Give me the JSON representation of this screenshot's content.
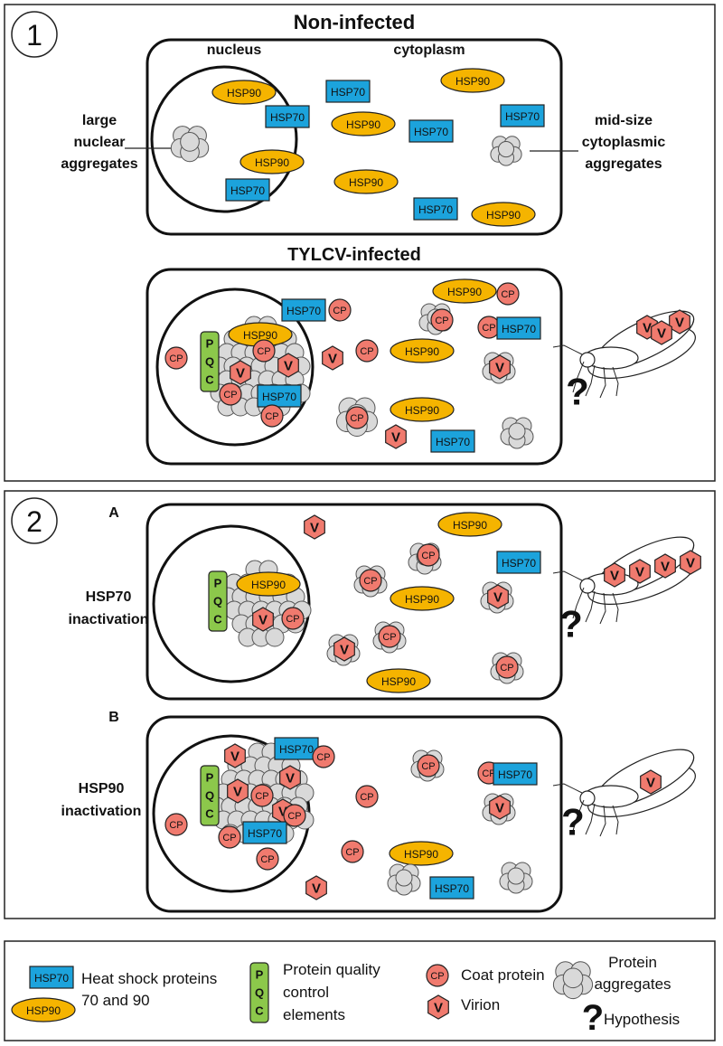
{
  "panel1": {
    "number": "1",
    "title_top": "Non-infected",
    "title_bottom": "TYLCV-infected",
    "label_nucleus": "nucleus",
    "label_cytoplasm": "cytoplasm",
    "label_left": [
      "large",
      "nuclear",
      "aggregates"
    ],
    "label_right": [
      "mid-size",
      "cytoplasmic",
      "aggregates"
    ]
  },
  "panel2": {
    "number": "2",
    "sub_a": "A",
    "sub_b": "B",
    "label_a": [
      "HSP70",
      "inactivation"
    ],
    "label_b": [
      "HSP90",
      "inactivation"
    ]
  },
  "tokens": {
    "hsp70": "HSP70",
    "hsp90": "HSP90",
    "cp": "CP",
    "virion": "V",
    "pqc": [
      "P",
      "Q",
      "C"
    ],
    "question": "?"
  },
  "legend": {
    "hsp_text": [
      "Heat shock proteins",
      "70 and 90"
    ],
    "pqc_text": [
      "Protein quality",
      "control",
      "elements"
    ],
    "cp_text": "Coat protein",
    "virion_text": "Virion",
    "aggregates_text": [
      "Protein",
      "aggregates"
    ],
    "hypothesis_text": "Hypothesis"
  },
  "colors": {
    "hsp70": "#1ca3dc",
    "hsp90": "#f5b400",
    "cp": "#f07a6e",
    "pqc": "#8cc84b",
    "aggregate": "#d9d9d9"
  }
}
